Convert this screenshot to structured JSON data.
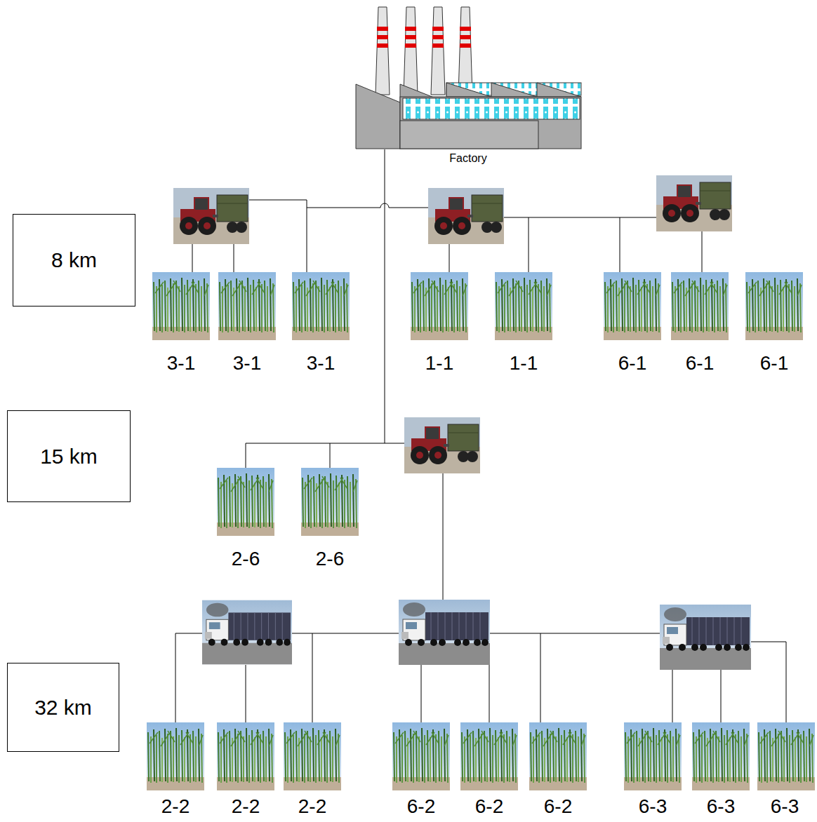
{
  "diagram": {
    "nodes": [
      {
        "text": [
          "8 km"
        ]
      },
      {
        "text": [
          "15 km"
        ]
      },
      {
        "text": [
          "32 km"
        ]
      }
    ],
    "labels": [
      "Factory",
      "3-1",
      "3-1",
      "3-1",
      "1-1",
      "1-1",
      "6-1",
      "6-1",
      "6-1",
      "2-6",
      "2-6",
      "2-2",
      "2-2",
      "2-2",
      "6-2",
      "6-2",
      "6-2",
      "6-3",
      "6-3",
      "6-3"
    ]
  }
}
